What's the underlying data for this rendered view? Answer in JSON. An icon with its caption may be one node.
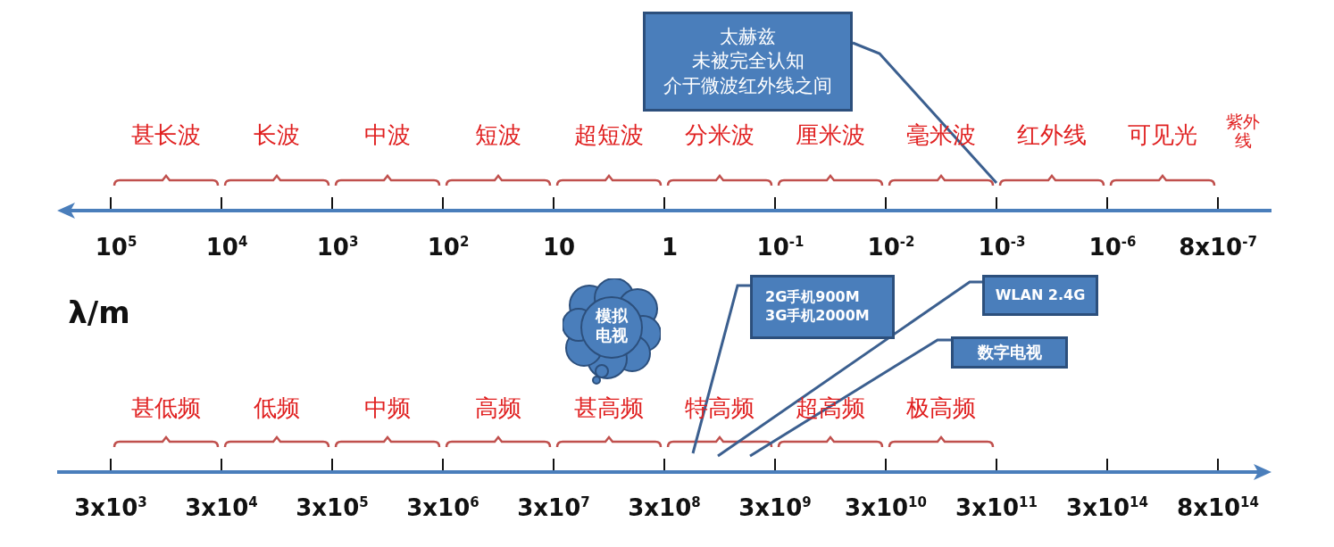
{
  "diagram": {
    "nodes": [
      {
        "text": [
          "太赫兹",
          "未被完全认知",
          "介于微波红外线之间"
        ]
      },
      {
        "text": [
          "模拟电视"
        ]
      },
      {
        "text": [
          "2G手机900M",
          "3G手机2000M"
        ]
      },
      {
        "text": [
          "WLAN 2.4G"
        ]
      },
      {
        "text": [
          "数字电视"
        ]
      }
    ],
    "edges": [
      {
        "from": 0,
        "to": null,
        "arrow": "none"
      },
      {
        "from": 2,
        "to": null,
        "arrow": "none"
      },
      {
        "from": 3,
        "to": null,
        "arrow": "none"
      },
      {
        "from": 4,
        "to": null,
        "arrow": "none"
      }
    ],
    "labels": [
      "甚长波",
      "长波",
      "中波",
      "短波",
      "超短波",
      "分米波",
      "厘米波",
      "毫米波",
      "红外线",
      "可见光",
      "紫外线",
      "10$^{5}$",
      "10$^{4}$",
      "10$^{3}$",
      "10$^{2}$",
      "10",
      "1",
      "10$^{-1}$",
      "10$^{-2}$",
      "10$^{-3}$",
      "10$^{-6}$",
      "8x10$^{-7}$",
      "λ/m",
      "甚低频",
      "低频",
      "中频",
      "高频",
      "甚高频",
      "特高频",
      "超高频",
      "极高频",
      "3x10$^{3}$",
      "3x10$^{4}$",
      "3x10$^{5}$",
      "3x10$^{6}$",
      "3x10$^{7}$",
      "3x10$^{8}$",
      "3x10$^{9}$",
      "3x10$^{10}$",
      "3x10$^{11}$",
      "3x10$^{14}$",
      "8x10$^{14}$"
    ]
  }
}
